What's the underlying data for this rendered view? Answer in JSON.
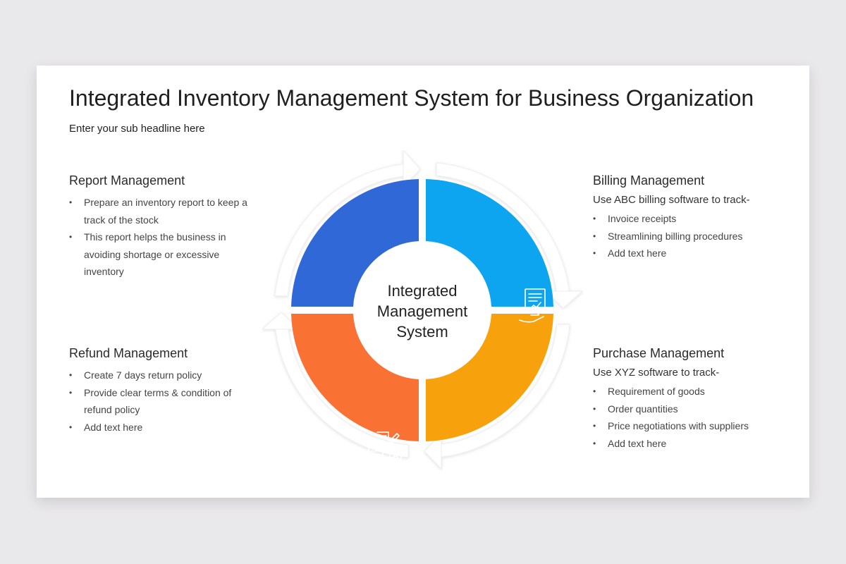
{
  "title": "Integrated Inventory Management System for Business Organization",
  "subtitle": "Enter your sub headline here",
  "center": {
    "lines": [
      "Integrated",
      "Management",
      "System"
    ]
  },
  "colors": {
    "report": "#3168d8",
    "billing": "#0ea5f0",
    "purchase": "#f7a20c",
    "refund": "#f97234"
  },
  "icons": {
    "report": "checklist-calendar-icon",
    "billing": "invoice-hand-icon",
    "purchase": "document-search-icon",
    "refund": "calculator-money-icon"
  },
  "report": {
    "heading": "Report Management",
    "bullets": [
      "Prepare an inventory report to keep a track of the stock",
      "This report helps the business in avoiding shortage or excessive inventory"
    ]
  },
  "refund": {
    "heading": "Refund Management",
    "bullets": [
      "Create 7 days return policy",
      "Provide clear terms & condition of refund policy",
      "Add text here"
    ]
  },
  "billing": {
    "heading": "Billing Management",
    "intro": "Use ABC billing software to track-",
    "bullets": [
      "Invoice receipts",
      "Streamlining billing procedures",
      "Add text here"
    ]
  },
  "purchase": {
    "heading": "Purchase Management",
    "intro": "Use XYZ software to track-",
    "bullets": [
      "Requirement of goods",
      "Order quantities",
      "Price negotiations with suppliers",
      "Add text here"
    ]
  }
}
